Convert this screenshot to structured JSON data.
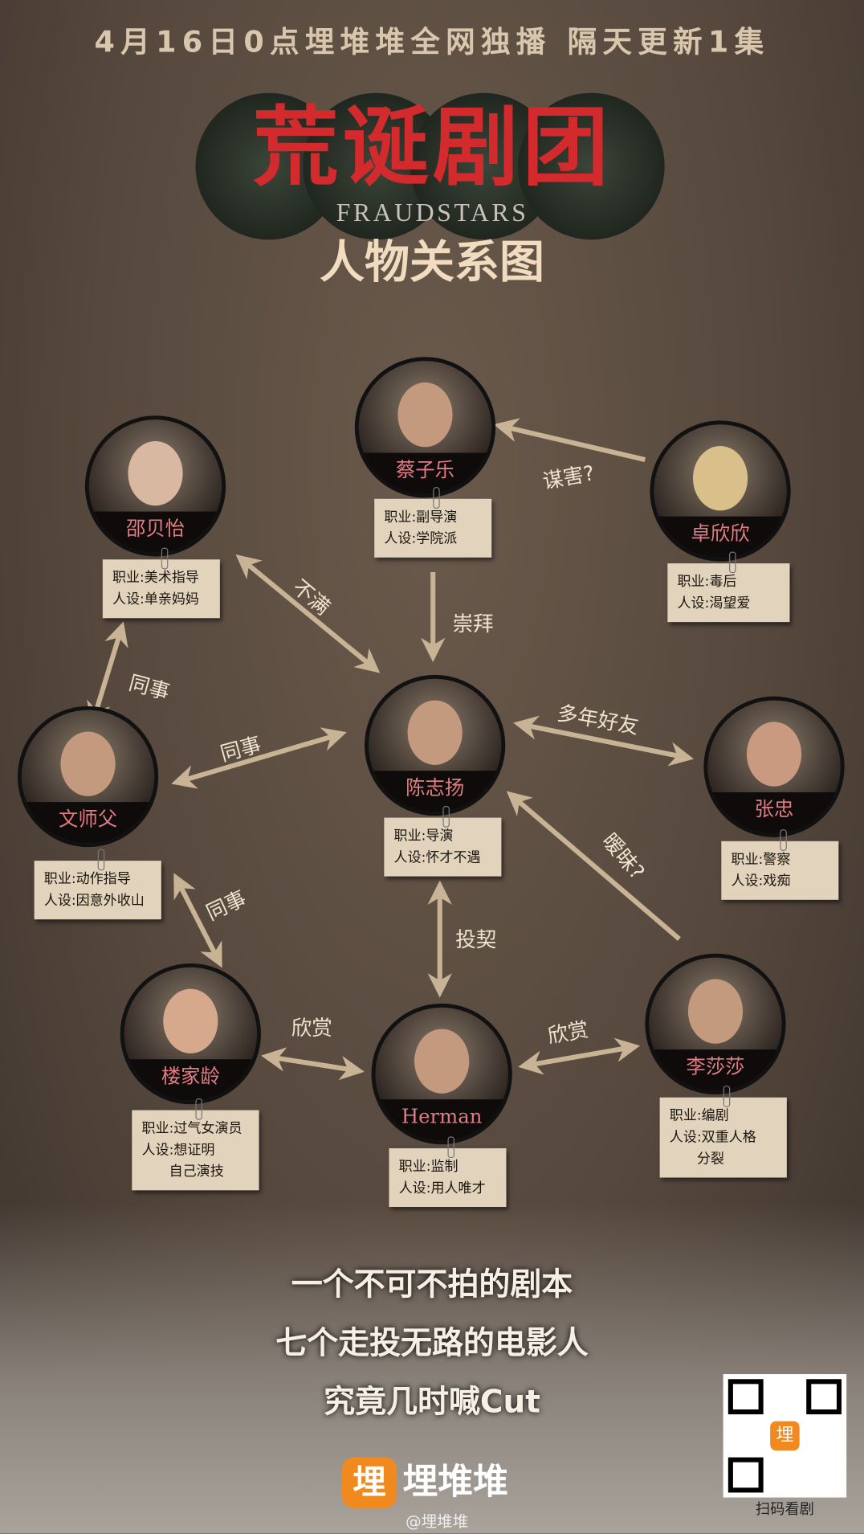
{
  "header": {
    "release_line": "4月16日0点埋堆堆全网独播  隔天更新1集"
  },
  "title": {
    "chinese": "荒诞剧团",
    "english": "FRAUDSTARS",
    "subtitle": "人物关系图"
  },
  "characters": [
    {
      "name": "蔡子乐",
      "job": "职业:副导演",
      "persona": "人设:学院派"
    },
    {
      "name": "邵贝怡",
      "job": "职业:美术指导",
      "persona": "人设:单亲妈妈"
    },
    {
      "name": "卓欣欣",
      "job": "职业:毒后",
      "persona": "人设:渴望爱"
    },
    {
      "name": "陈志扬",
      "job": "职业:导演",
      "persona": "人设:怀才不遇"
    },
    {
      "name": "文师父",
      "job": "职业:动作指导",
      "persona": "人设:因意外收山"
    },
    {
      "name": "张忠",
      "job": "职业:警察",
      "persona": "人设:戏痴"
    },
    {
      "name": "楼家龄",
      "job": "职业:过气女演员",
      "persona": "人设:想证明",
      "persona2": "自己演技"
    },
    {
      "name": "Herman",
      "job": "职业:监制",
      "persona": "人设:用人唯才"
    },
    {
      "name": "李莎莎",
      "job": "职业:编剧",
      "persona": "人设:双重人格",
      "persona2": "分裂"
    }
  ],
  "relations": [
    {
      "from": "卓欣欣",
      "to": "蔡子乐",
      "label": "谋害?"
    },
    {
      "from": "邵贝怡",
      "to": "陈志扬",
      "label": "不满"
    },
    {
      "from": "蔡子乐",
      "to": "陈志扬",
      "label": "崇拜"
    },
    {
      "from": "邵贝怡",
      "to": "文师父",
      "label": "同事"
    },
    {
      "from": "文师父",
      "to": "陈志扬",
      "label": "同事"
    },
    {
      "from": "陈志扬",
      "to": "张忠",
      "label": "多年好友"
    },
    {
      "from": "李莎莎",
      "to": "陈志扬",
      "label": "暧昧?"
    },
    {
      "from": "陈志扬",
      "to": "Herman",
      "label": "投契"
    },
    {
      "from": "文师父",
      "to": "楼家龄",
      "label": "同事"
    },
    {
      "from": "楼家龄",
      "to": "Herman",
      "label": "欣赏"
    },
    {
      "from": "Herman",
      "to": "李莎莎",
      "label": "欣赏"
    }
  ],
  "tagline": [
    "一个不可不拍的剧本",
    "七个走投无路的电影人",
    "究竟几时喊Cut"
  ],
  "brand": {
    "logo_glyph": "埋",
    "name": "埋堆堆",
    "watermark": "@埋堆堆",
    "qr_caption": "扫码看剧"
  }
}
